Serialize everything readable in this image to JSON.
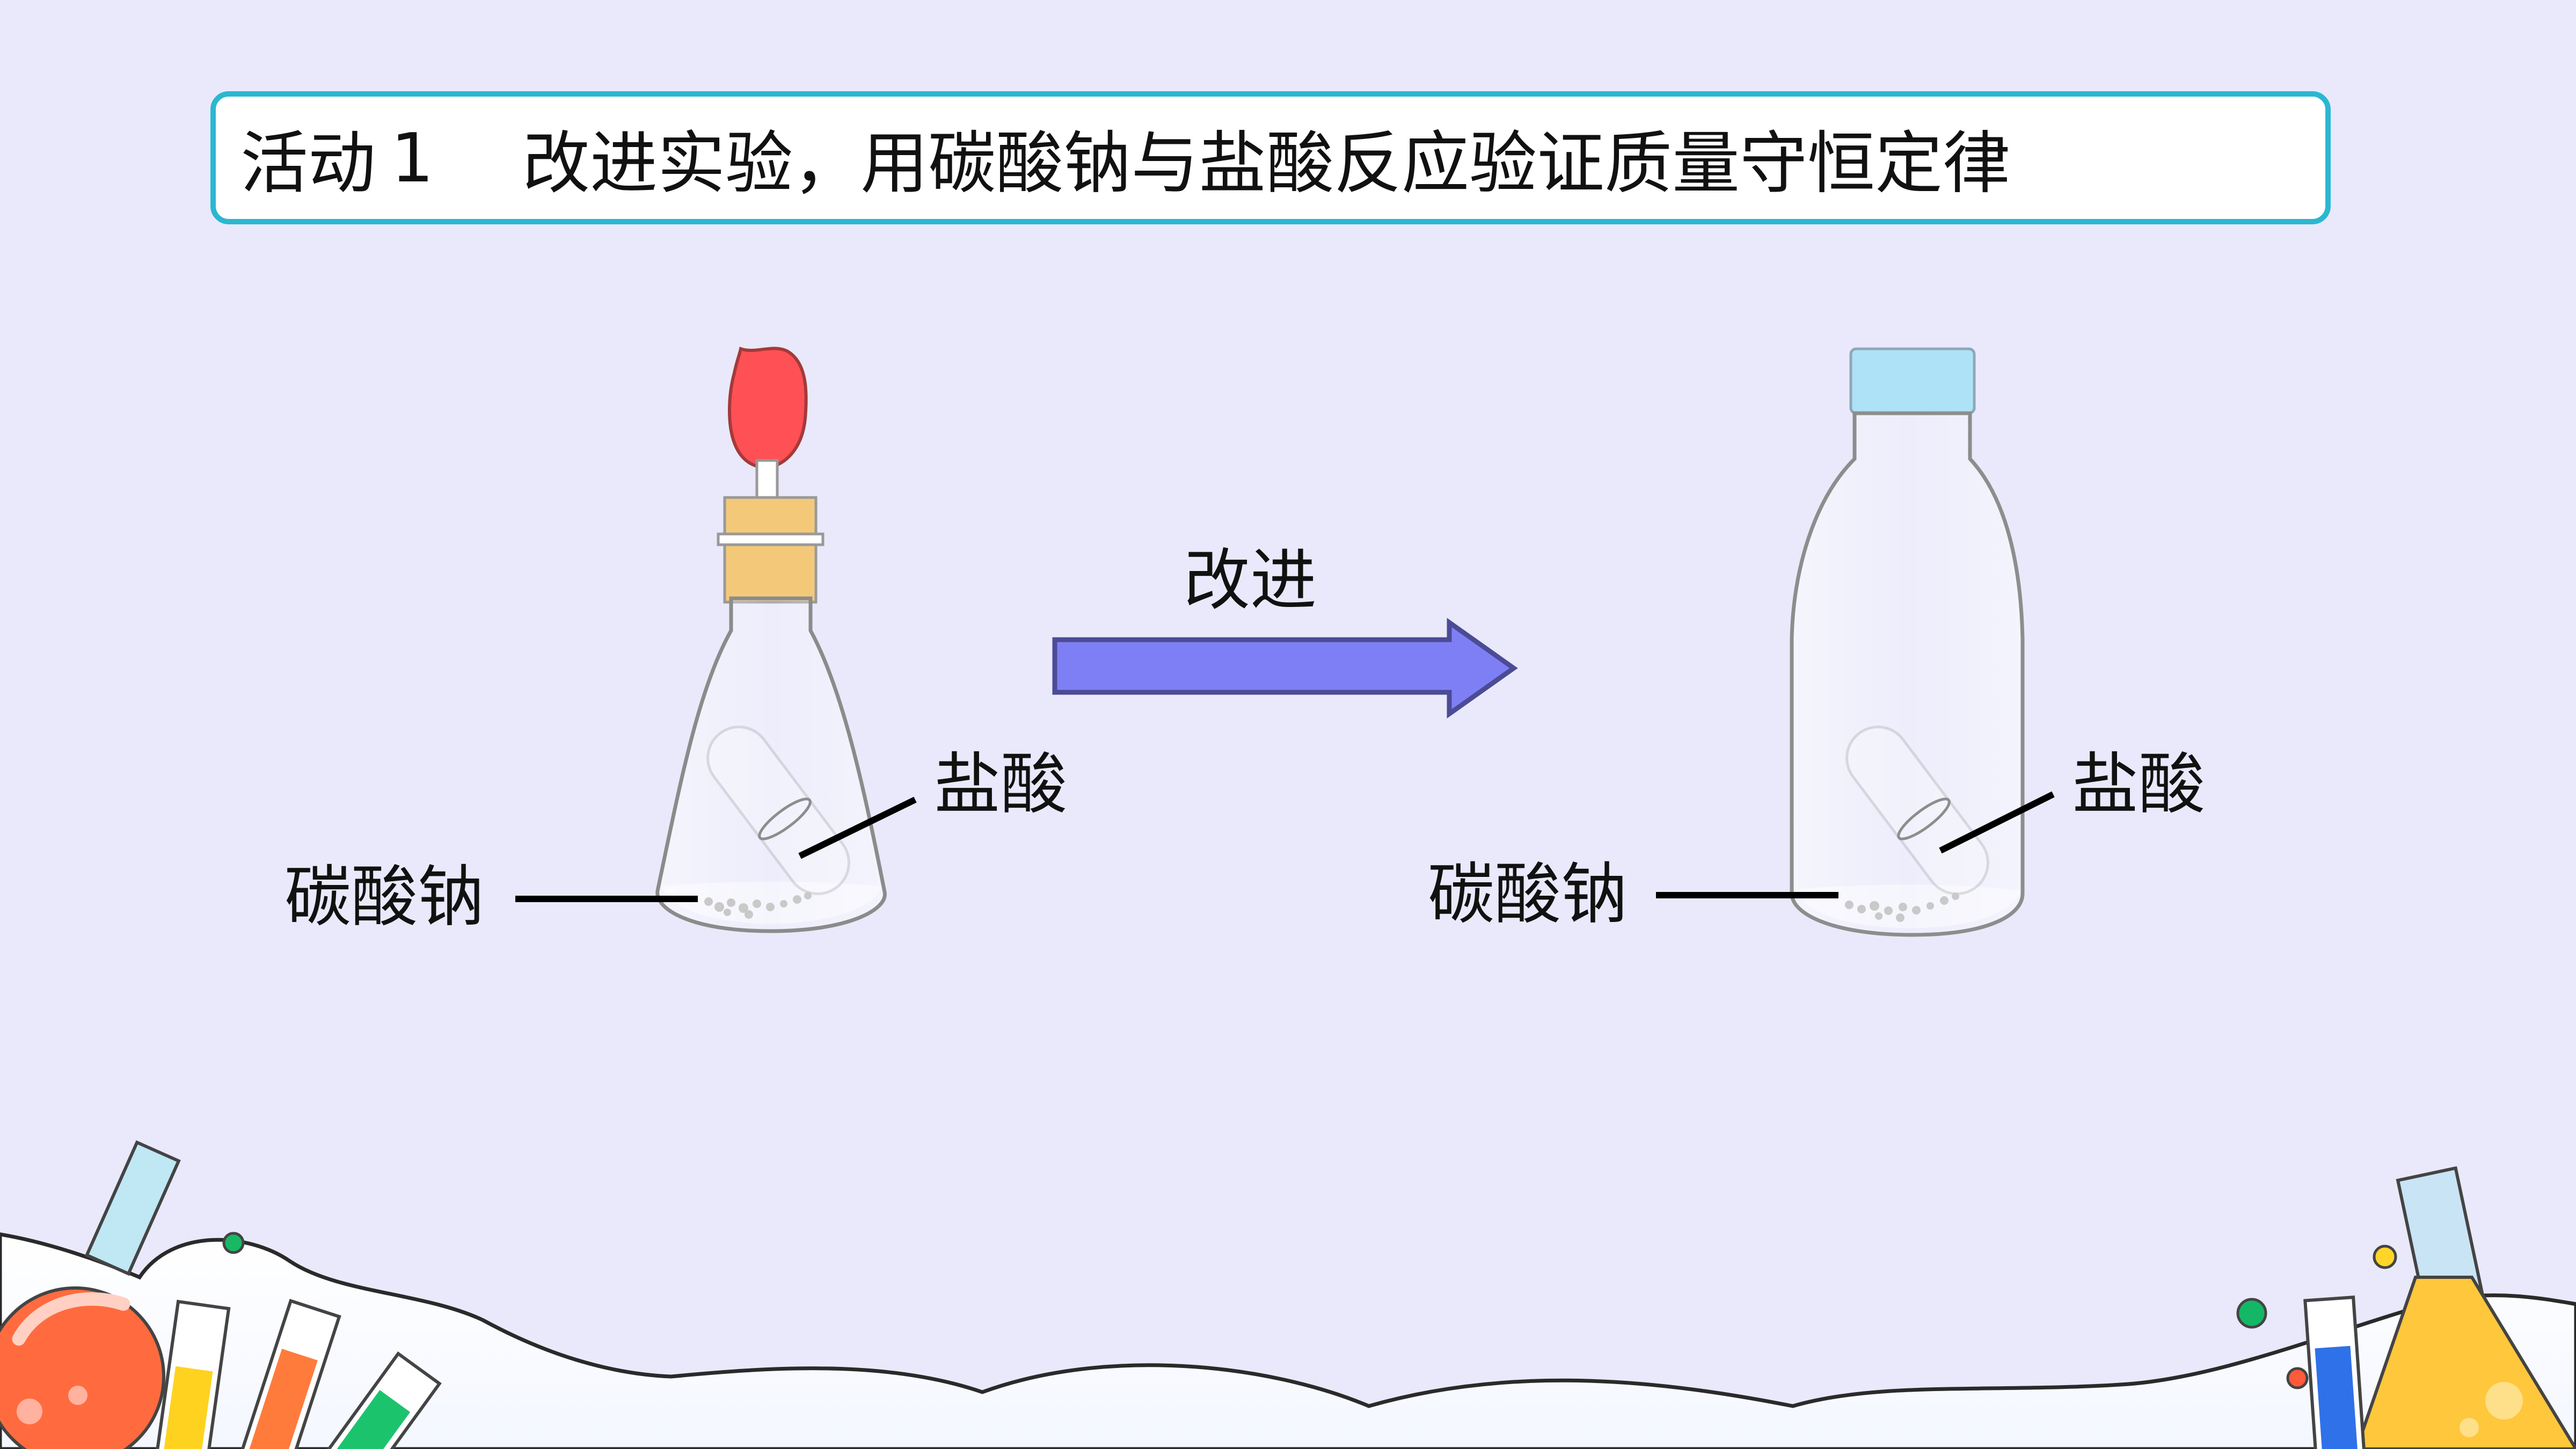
{
  "title": {
    "activity": "活动",
    "number": "1",
    "text": "改进实验，用碳酸钠与盐酸反应验证质量守恒定律"
  },
  "arrow": {
    "label": "改进",
    "color": "#7f7ff5"
  },
  "left_apparatus": {
    "label_hydrochloric_acid": "盐酸",
    "label_sodium_carbonate": "碳酸钠"
  },
  "right_apparatus": {
    "label_hydrochloric_acid": "盐酸",
    "label_sodium_carbonate": "碳酸钠"
  },
  "colors": {
    "background": "#e9e9fb",
    "title_border": "#2bb7d0",
    "balloon": "#ff4f55",
    "cork": "#f3c979",
    "bottle_cap": "#aee2f7"
  }
}
